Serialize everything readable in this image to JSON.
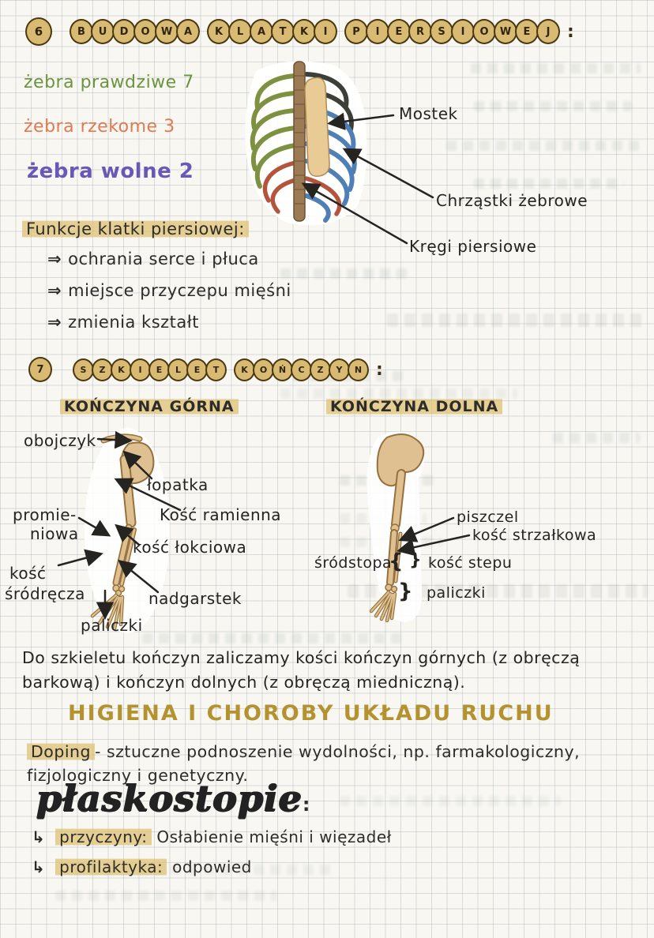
{
  "colors": {
    "paper": "#f8f7f2",
    "ink": "#2e2c29",
    "highlight": "#dec070",
    "gold_heading": "#b3922f",
    "green_note": "#6d9440",
    "orange_note": "#e07a52",
    "purple_note": "#6a58b8",
    "bubble_fill": "#d9ba72",
    "bubble_border": "#4a3812",
    "bone_fill": "#dfc091",
    "bone_outline": "#96713d",
    "rib_green": "#7d9140",
    "rib_blue": "#4f7fb5",
    "rib_red": "#b5543c",
    "rib_dark": "#3b3f38"
  },
  "section6": {
    "number": "6",
    "title": "BUDOWA KLATKI PIERSIOWEJ",
    "colon": ":",
    "rib_notes": [
      {
        "text": "żebra prawdziwe 7",
        "color": "#6d9440"
      },
      {
        "text": "żebra rzekome 3",
        "color": "#e07a52"
      },
      {
        "text": "żebra wolne 2",
        "color": "#6a58b8"
      }
    ],
    "ribcage_labels": {
      "mostek": "Mostek",
      "chrzastki": "Chrząstki żebrowe",
      "kregi": "Kręgi piersiowe"
    },
    "functions": {
      "heading": "Funkcje klatki piersiowej:",
      "bullet": "⇒",
      "items": [
        "ochrania serce i płuca",
        "miejsce przyczepu mięśni",
        "zmienia kształt"
      ]
    }
  },
  "section7": {
    "number": "7",
    "title": "SZKIELET KOŃCZYN",
    "colon": ":",
    "upper_limb": {
      "heading": "KOŃCZYNA GÓRNA",
      "labels": {
        "obojczyk": "obojczyk",
        "lopatka": "łopatka",
        "promie": "promie-",
        "niowa": "niowa",
        "ramienna": "Kość ramienna",
        "lokciowa": "kość łokciowa",
        "srodrecza1": "kość",
        "srodrecza2": "śródręcza",
        "nadgarstek": "nadgarstek",
        "paliczki": "paliczki"
      }
    },
    "lower_limb": {
      "heading": "KOŃCZYNA DOLNA",
      "labels": {
        "piszczel": "piszczel",
        "strzalkowa": "kość strzałkowa",
        "srodstopa": "śródstopa",
        "stepu": "kość stepu",
        "paliczki": "paliczki",
        "brace_open": "{",
        "brace_close": "}"
      }
    },
    "paragraph": {
      "line1": "Do szkieletu kończyn zaliczamy kości kończyn górnych (z obręczą",
      "line2": "barkową) i kończyn dolnych (z obręczą miedniczną)."
    }
  },
  "hygiene": {
    "heading": "HIGIENA I CHOROBY UKŁADU RUCHU",
    "doping": {
      "term": "Doping",
      "rest1": "- sztuczne podnoszenie wydolności, np. farmakologiczny,",
      "rest2": "fizjologiczny i genetyczny."
    },
    "flatfoot": {
      "heading": "płaskostopie",
      "colon": ":",
      "items": [
        {
          "arrow": "↳",
          "term": "przyczyny:",
          "text": "Osłabienie mięśni i więzadeł"
        },
        {
          "arrow": "↳",
          "term": "profilaktyka:",
          "text": "odpowied"
        }
      ]
    }
  }
}
